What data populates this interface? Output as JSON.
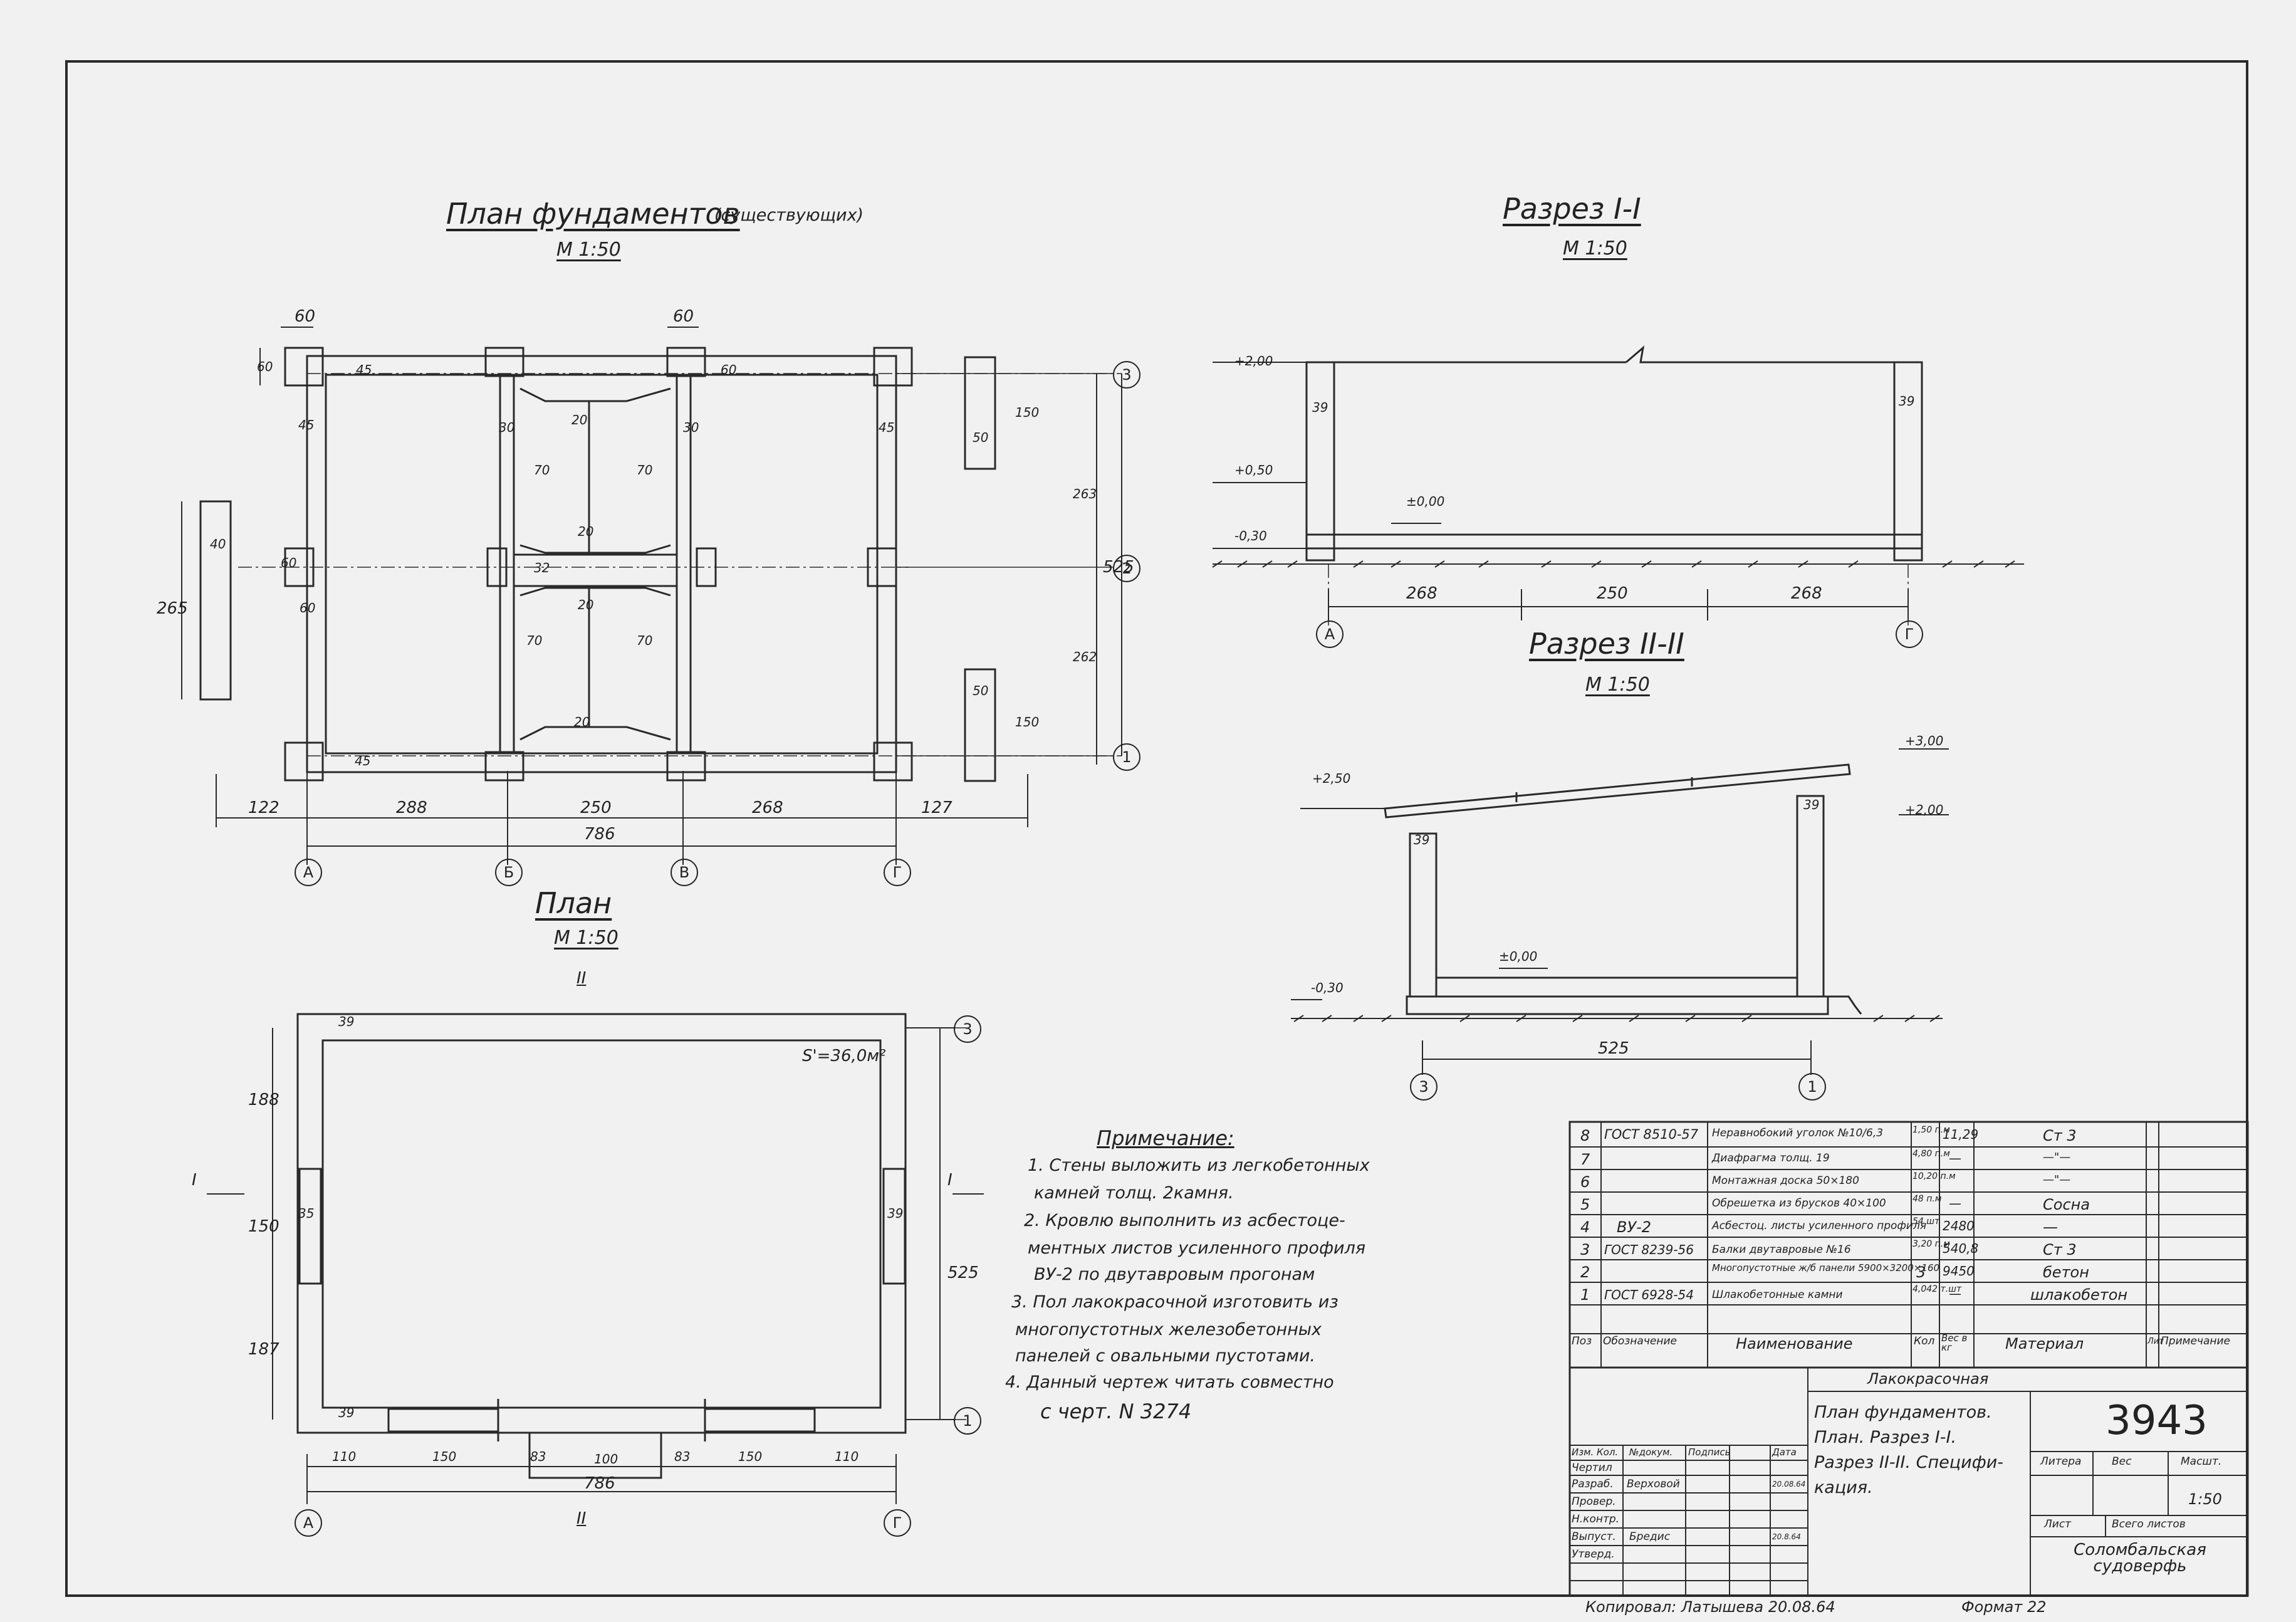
{
  "plan_foundations": {
    "title": "План фундаментов",
    "title_suffix": "(существующих)",
    "scale": "М 1:50",
    "dims": {
      "d60_top_left": "60",
      "d60_top_right": "60",
      "d60_side_top": "60",
      "d60_side_right": "60",
      "d60_mid": "60",
      "d60_low": "60",
      "d45_a": "45",
      "d45_b": "45",
      "d45_c": "45",
      "d45_d": "45",
      "d30_a": "30",
      "d30_b": "30",
      "d20_a": "20",
      "d20_b": "20",
      "d20_c": "20",
      "d20_d": "20",
      "d70_a": "70",
      "d70_b": "70",
      "d70_c": "70",
      "d70_d": "70",
      "d32": "32",
      "d40": "40",
      "d265": "265",
      "d50_a": "50",
      "d150_a": "150",
      "d50_b": "50",
      "d150_b": "150",
      "d263": "263",
      "d262": "262",
      "d525": "525",
      "d122": "122",
      "d288": "288",
      "d250": "250",
      "d268": "268",
      "d127": "127",
      "d786": "786"
    },
    "axes": {
      "a": "А",
      "b": "Б",
      "v": "В",
      "g": "Г",
      "n3": "3",
      "n2": "2",
      "n1": "1"
    }
  },
  "plan": {
    "title": "План",
    "scale": "М 1:50",
    "section_mark_top": "II",
    "section_mark_bottom": "II",
    "area": "S'=36,0м²",
    "dims": {
      "d39_a": "39",
      "d39_b": "39",
      "d39_c": "39",
      "d35": "35",
      "d188": "188",
      "d150": "150",
      "d187": "187",
      "d525": "525",
      "d110_a": "110",
      "d150_a": "150",
      "d83_a": "83",
      "d100": "100",
      "d83_b": "83",
      "d150_b": "150",
      "d110_b": "110",
      "d786": "786"
    },
    "section_i_left": "I",
    "section_i_right": "I",
    "axes": {
      "a": "А",
      "g": "Г",
      "n3": "3",
      "n1": "1"
    }
  },
  "section_1": {
    "title": "Разрез I-I",
    "scale": "М 1:50",
    "levels": {
      "l200": "+2,00",
      "l050": "+0,50",
      "l000": "±0,00",
      "l030": "-0,30"
    },
    "dims": {
      "d39_a": "39",
      "d39_b": "39",
      "d268_a": "268",
      "d250": "250",
      "d268_b": "268"
    },
    "axes": {
      "a": "А",
      "g": "Г"
    }
  },
  "section_2": {
    "title": "Разрез II-II",
    "scale": "М 1:50",
    "levels": {
      "l300": "+3,00",
      "l250": "+2,50",
      "l200": "+2,00",
      "l000": "±0,00",
      "l030": "-0,30"
    },
    "dims": {
      "d39_a": "39",
      "d39_b": "39",
      "d525": "525"
    },
    "axes": {
      "n3": "3",
      "n1": "1"
    }
  },
  "notes": {
    "title": "Примечание:",
    "lines": [
      "1. Стены выложить из легкобетонных",
      "камней толщ. 2камня.",
      "2. Кровлю выполнить из асбестоце-",
      "ментных листов усиленного профиля",
      "ВУ-2 по двутавровым прогонам",
      "3. Пол лакокрасочной изготовить из",
      "многопустотных железобетонных",
      "панелей с овальными пустотами.",
      "4. Данный чертеж читать совместно",
      "с черт. N 3274"
    ]
  },
  "spec": {
    "headers": {
      "pos": "Поз",
      "designation": "Обозначение",
      "name": "Наименование",
      "qty": "Кол",
      "weight": "Вес в кг",
      "material": "Материал",
      "lit": "Лит",
      "note": "Примечание"
    },
    "rows": [
      {
        "pos": "8",
        "designation": "ГОСТ 8510-57",
        "name": "Неравнобокий уголок №10/6,3",
        "qty": "1,50 п.м",
        "weight": "11,29",
        "material": "Ст 3"
      },
      {
        "pos": "7",
        "designation": "",
        "name": "Диафрагма толщ. 19",
        "qty": "4,80 п.м",
        "weight": "—",
        "material": "—\"—"
      },
      {
        "pos": "6",
        "designation": "",
        "name": "Монтажная доска 50×180",
        "qty": "10,20 п.м",
        "weight": "",
        "material": "—\"—"
      },
      {
        "pos": "5",
        "designation": "",
        "name": "Обрешетка из брусков 40×100",
        "qty": "48 п.м",
        "weight": "—",
        "material": "Сосна"
      },
      {
        "pos": "4",
        "designation": "ВУ-2",
        "name": "Асбестоц. листы усиленного профиля",
        "qty": "54 шт",
        "weight": "2480",
        "material": "—"
      },
      {
        "pos": "3",
        "designation": "ГОСТ 8239-56",
        "name": "Балки двутавровые №16",
        "qty": "3,20 п.м",
        "weight": "540,8",
        "material": "Ст 3"
      },
      {
        "pos": "2",
        "designation": "",
        "name": "Многопустотные ж/б панели 5900×3200×160",
        "qty": "3",
        "weight": "9450",
        "material": "бетон"
      },
      {
        "pos": "1",
        "designation": "ГОСТ 6928-54",
        "name": "Шлакобетонные камни",
        "qty": "4,042 т.шт",
        "weight": "—",
        "material": "шлакобетон"
      }
    ]
  },
  "title_block": {
    "object": "Лакокрасочная",
    "title_lines": [
      "План фундаментов.",
      "План. Разрез I-I.",
      "Разрез II-II. Специфи-",
      "кация."
    ],
    "drawing_no": "3943",
    "litera_h": "Литера",
    "weight_h": "Вес",
    "scale_h": "Масшт.",
    "scale": "1:50",
    "sheet_h": "Лист",
    "sheets_h": "Всего листов",
    "org": "Соломбальская судоверфь",
    "rev_headers": [
      "Изм.",
      "Кол.",
      "№докум.",
      "Подпись",
      "Дата"
    ],
    "roles": [
      "Чертил",
      "Разраб.",
      "Провер.",
      "Н.контр.",
      "Выпуст.",
      "Утверд."
    ],
    "names": {
      "developer": "Верховой",
      "issued": "Бредис"
    },
    "dates": {
      "d1": "20.08.64",
      "d2": "20.8.64"
    },
    "copied": "Копировал: Латышева 20.08.64",
    "format": "Формат 22"
  }
}
